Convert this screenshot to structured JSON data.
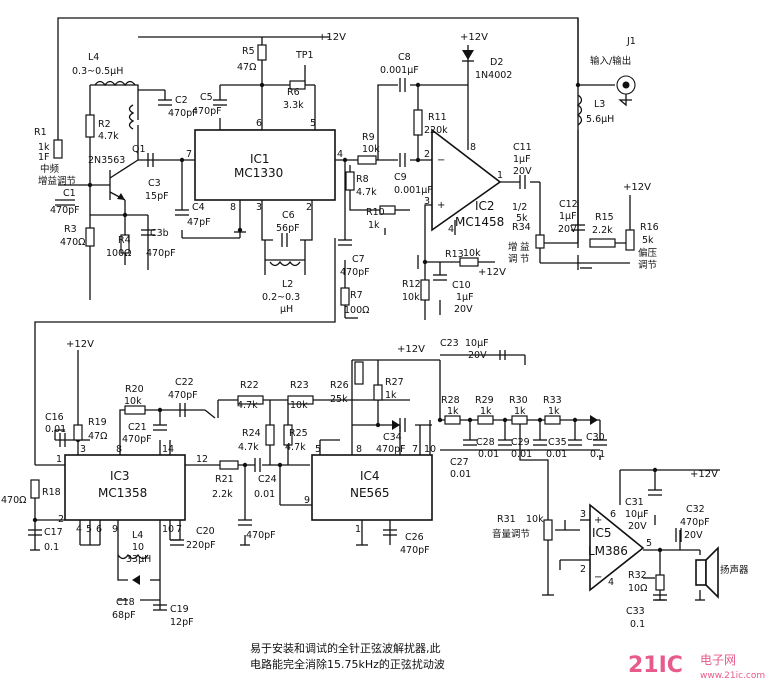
{
  "supply": "+12V",
  "caption": {
    "line1": "易于安装和调试的全针正弦波解扰器,此",
    "line2": "电路能完全消除15.75kHz的正弦扰动波"
  },
  "watermark": {
    "main": "21IC",
    "sub": "电子网",
    "url": "www.21ic.com"
  },
  "jack": {
    "ref": "J1",
    "label": "输入/输出"
  },
  "ics": {
    "ic1": {
      "ref": "IC1",
      "part": "MC1330"
    },
    "ic2": {
      "ref": "IC2",
      "part": "MC1458"
    },
    "ic3": {
      "ref": "IC3",
      "part": "MC1358"
    },
    "ic4": {
      "ref": "IC4",
      "part": "NE565"
    },
    "ic5": {
      "ref": "IC5",
      "part": "LM386"
    }
  },
  "transistor": {
    "ref": "Q1",
    "part": "2N3563"
  },
  "diode": {
    "ref": "D2",
    "part": "1N4002"
  },
  "speaker": "扬声器",
  "testpoint": "TP1",
  "labels": {
    "R1": "R1",
    "R1v": "1k",
    "R1f": "1F",
    "R1fn1": "中频",
    "R1fn2": "增益调节",
    "L4": "L4",
    "L4v": "0.3~0.5μH",
    "R2": "R2",
    "R2v": "4.7k",
    "C1": "C1",
    "C1v": "470pF",
    "R3": "R3",
    "R3v": "470Ω",
    "R4": "R4",
    "R4v": "100Ω",
    "C2": "C2",
    "C2v": "470pF",
    "C3": "C3",
    "C3v": "15pF",
    "C3b": "C3b",
    "C3bv": "470pF",
    "R5": "R5",
    "R5v": "47Ω",
    "C5": "C5",
    "C5v": "470pF",
    "R6": "R6",
    "R6v": "3.3k",
    "C4": "C4",
    "C4v": "47pF",
    "C6": "C6",
    "C6v": "56pF",
    "L2": "L2",
    "L2v": "0.2~0.3",
    "L2u": "μH",
    "C7": "C7",
    "C7v": "470pF",
    "R7": "R7",
    "R7v": "100Ω",
    "C8": "C8",
    "C8v": "0.001μF",
    "R9": "R9",
    "R9v": "10k",
    "R8": "R8",
    "R8v": "4.7k",
    "C9": "C9",
    "C9v": "0.001μF",
    "R10": "R10",
    "R10v": "1k",
    "R11": "R11",
    "R11v": "220k",
    "R13": "R13",
    "R13v": "10k",
    "R12": "R12",
    "R12v": "10k",
    "C10": "C10",
    "C10v": "1μF",
    "C10v2": "20V",
    "C11": "C11",
    "C11v": "1μF",
    "C11v2": "20V",
    "half": "1/2",
    "L3": "L3",
    "L3v": "5.6μH",
    "C12": "C12",
    "C12v": "1μF",
    "C12v2": "20V",
    "R34": "R34",
    "R34v": "5k",
    "R34fn1": "增",
    "R34fn2": "益",
    "R34fn3": "调",
    "R34fn4": "节",
    "R15": "R15",
    "R15v": "2.2k",
    "R16": "R16",
    "R16v": "5k",
    "R16fn1": "偏压",
    "R16fn2": "调节",
    "C16": "C16",
    "C16v": "0.01",
    "R19": "R19",
    "R19v": "47Ω",
    "R18": "R18",
    "R18v": "470Ω",
    "C17": "C17",
    "C17v": "0.1",
    "R20": "R20",
    "R20v": "10k",
    "C21": "C21",
    "C21v": "470pF",
    "C22": "C22",
    "C22v": "470pF",
    "C20": "C20",
    "C20v": "220pF",
    "L4b": "L4",
    "L4bv": "10",
    "L4bu": "33μH",
    "C18": "C18",
    "C18v": "68pF",
    "C19": "C19",
    "C19v": "12pF",
    "R21": "R21",
    "R21v": "2.2k",
    "C24": "C24",
    "C24v": "0.01",
    "C25x": "470pF",
    "R22": "R22",
    "R22v": "4.7k",
    "R23": "R23",
    "R23v": "10k",
    "R24": "R24",
    "R24v": "4.7k",
    "R25": "R25",
    "R25v": "4.7k",
    "R26": "R26",
    "R26v": "25k",
    "R27": "R27",
    "R27v": "1k",
    "C23": "C23",
    "C23v": "10μF",
    "C23v2": "20V",
    "C34": "C34",
    "C34v": "470pF",
    "C26": "C26",
    "C26v": "470pF",
    "R28": "R28",
    "R28v": "1k",
    "R29": "R29",
    "R29v": "1k",
    "R30": "R30",
    "R30v": "1k",
    "R33": "R33",
    "R33v": "1k",
    "C27": "C27",
    "C27v": "0.01",
    "C28": "C28",
    "C28v": "0.01",
    "C29": "C29",
    "C29v": "0.01",
    "C35": "C35",
    "C35v": "0.01",
    "C30": "C30",
    "C30v": "0.1",
    "R31": "R31",
    "R31v": "10k",
    "R31fn": "音量调节",
    "C31": "C31",
    "C31v": "10μF",
    "C31v2": "20V",
    "C32": "C32",
    "C32v": "470pF",
    "C32v2": "20V",
    "R32": "R32",
    "R32v": "10Ω",
    "C33": "C33",
    "C33v": "0.1"
  },
  "pins": {
    "ic1": {
      "p6": "6",
      "p5": "5",
      "p7": "7",
      "p4": "4",
      "p8": "8",
      "p3": "3",
      "p2": "2"
    },
    "ic2": {
      "p2": "2",
      "p8": "8",
      "p3": "3",
      "p4": "4",
      "p1": "1"
    },
    "ic3": {
      "p1": "1",
      "p3": "3",
      "p8": "8",
      "p14": "14",
      "p12": "12",
      "p2": "2",
      "p4": "4",
      "p5": "5",
      "p6": "6",
      "p9": "9",
      "p10": "10",
      "p7": "7"
    },
    "ic4": {
      "p5": "5",
      "p8": "8",
      "p7": "7",
      "p10": "10",
      "p9": "9",
      "p1": "1"
    },
    "ic5": {
      "p3": "3",
      "p6": "6",
      "p2": "2",
      "p5": "5",
      "p4": "4"
    }
  }
}
